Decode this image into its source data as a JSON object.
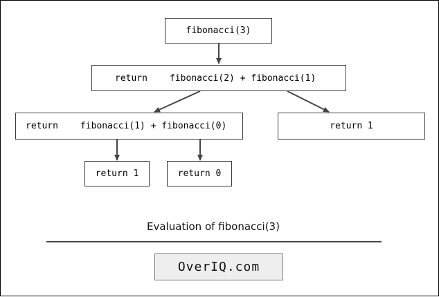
{
  "diagram": {
    "root": "fibonacci(3)",
    "level1": {
      "keyword": "return",
      "expr": "fibonacci(2) + fibonacci(1)"
    },
    "level2_left": {
      "keyword": "return",
      "expr": "fibonacci(1) + fibonacci(0)"
    },
    "level2_right": "return 1",
    "leaf_left": "return 1",
    "leaf_right": "return 0",
    "caption": "Evaluation of fibonacci(3)"
  },
  "brand": "OverIQ.com",
  "colors": {
    "border": "#3a3a3a",
    "arrow": "#444444",
    "brand_bg": "#eeeeee"
  }
}
